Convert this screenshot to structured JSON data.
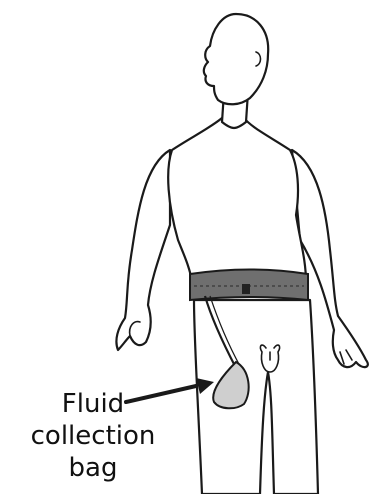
{
  "figure": {
    "callout": {
      "lines": [
        "Fluid",
        "collection",
        "bag"
      ]
    }
  },
  "colors": {
    "outline": "#1a1a1a",
    "skin": "#ffffff",
    "belt": "#6f6f6f",
    "bag": "#cfcfcf",
    "label": "#111111"
  }
}
